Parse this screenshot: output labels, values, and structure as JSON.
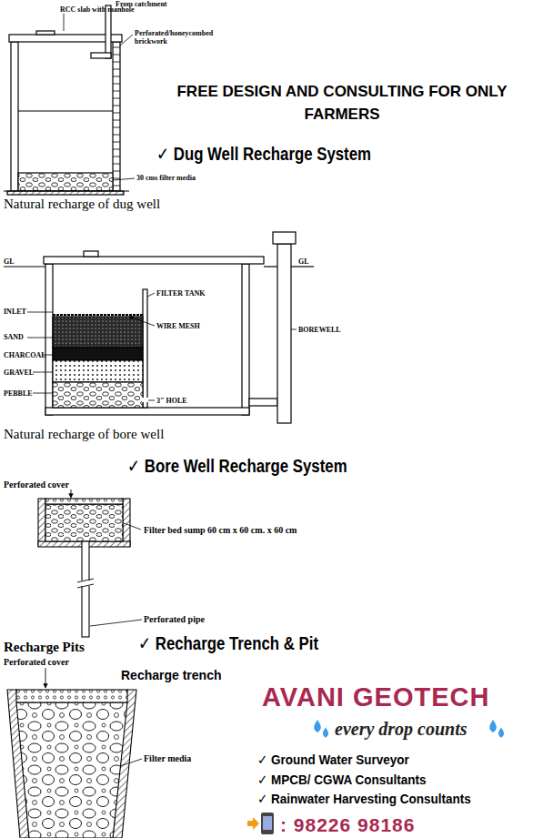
{
  "diagram": {
    "title": "FREE DESIGN AND CONSULTING FOR ONLY FARMERS",
    "labels": [
      "RCC slab with manhole",
      "From catchment",
      "Perforated/honeycombed brickwork",
      "30 cms filter media",
      "Natural recharge of dug well",
      "✓ Dug Well Recharge System",
      "GL",
      "INLET",
      "SAND",
      "CHARCOAL",
      "GRAVEL",
      "PEBBLE",
      "FILTER TANK",
      "WIRE MESH",
      "3\" HOLE",
      "GL",
      "BOREWELL",
      "Natural recharge of bore well",
      "✓ Bore Well Recharge System",
      "Perforated cover",
      "Filter bed sump 60 cm x 60 cm. x 60 cm",
      "Perforated pipe",
      "Recharge Pits",
      "✓ Recharge Trench & Pit",
      "Perforated cover",
      "Recharge trench",
      "Filter media",
      "AVANI GEOTECH",
      "every drop counts",
      "✓ Ground Water Surveyor",
      "✓ MPCB/ CGWA Consultants",
      "✓ Rainwater Harvesting Consultants",
      ": 98226 98186"
    ]
  }
}
